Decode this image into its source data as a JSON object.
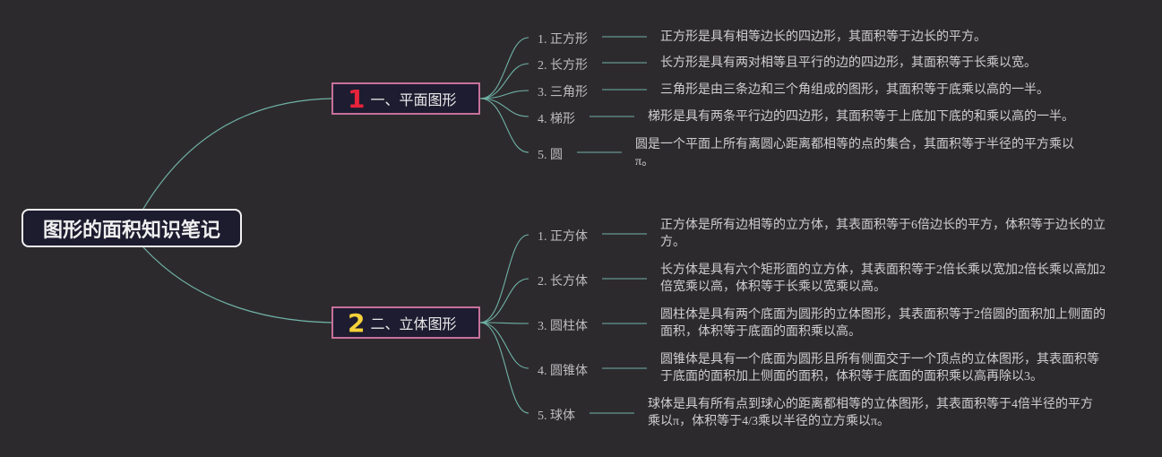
{
  "root": {
    "title": "图形的面积知识笔记"
  },
  "branches": [
    {
      "num": "1",
      "num_color": "#e8243c",
      "label": "一、平面图形",
      "items": [
        {
          "label": "1. 正方形",
          "desc": "正方形是具有相等边长的四边形，其面积等于边长的平方。"
        },
        {
          "label": "2. 长方形",
          "desc": "长方形是具有两对相等且平行的边的四边形，其面积等于长乘以宽。"
        },
        {
          "label": "3. 三角形",
          "desc": "三角形是由三条边和三个角组成的图形，其面积等于底乘以高的一半。"
        },
        {
          "label": "4. 梯形",
          "desc": "梯形是具有两条平行边的四边形，其面积等于上底加下底的和乘以高的一半。"
        },
        {
          "label": "5. 圆",
          "desc": "圆是一个平面上所有离圆心距离都相等的点的集合，其面积等于半径的平方乘以π。"
        }
      ]
    },
    {
      "num": "2",
      "num_color": "#f5d23a",
      "label": "二、立体图形",
      "items": [
        {
          "label": "1. 正方体",
          "desc": "正方体是所有边相等的立方体，其表面积等于6倍边长的平方，体积等于边长的立方。"
        },
        {
          "label": "2. 长方体",
          "desc": "长方体是具有六个矩形面的立方体，其表面积等于2倍长乘以宽加2倍长乘以高加2倍宽乘以高，体积等于长乘以宽乘以高。"
        },
        {
          "label": "3. 圆柱体",
          "desc": "圆柱体是具有两个底面为圆形的立体图形，其表面积等于2倍圆的面积加上侧面的面积，体积等于底面的面积乘以高。"
        },
        {
          "label": "4. 圆锥体",
          "desc": "圆锥体是具有一个底面为圆形且所有侧面交于一个顶点的立体图形，其表面积等于底面的面积加上侧面的面积，体积等于底面的面积乘以高再除以3。"
        },
        {
          "label": "5. 球体",
          "desc": "球体是具有所有点到球心的距离都相等的立体图形，其表面积等于4倍半径的平方乘以π，体积等于4/3乘以半径的立方乘以π。"
        }
      ]
    }
  ],
  "colors": {
    "background": "#2d2a2e",
    "connector": "#6fb3a6",
    "branch_border": "#c7719b"
  }
}
